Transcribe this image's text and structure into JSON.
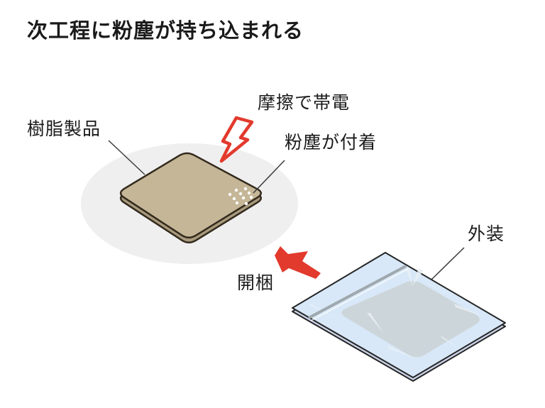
{
  "title": "次工程に粉塵が持ち込まれる",
  "diagram": {
    "labels": {
      "resin_product": "樹脂製品",
      "friction_charge": "摩擦で帯電",
      "dust_adhesion": "粉塵が付着",
      "unpacking": "開梱",
      "outer_packaging": "外装"
    },
    "icons": {
      "lightning": "lightning-bolt-icon",
      "arrow": "arrow-up-left-icon"
    },
    "colors": {
      "text": "#1a1a1a",
      "accent_red": "#e23a2d",
      "shadow": "#f0eff0",
      "plate_fill": "#c4b696",
      "plate_side": "#a89a7c",
      "plate_outline": "#332a1d",
      "bag_fill": "#d8e8f8",
      "bag_side": "#ccd4ea",
      "bag_outline": "#262626",
      "bag_zipper": "#9fa8ad",
      "bag_content": "#ccd5d9",
      "bag_wrinkle": "#e9f1f6",
      "leader_line": "#3a3a3a",
      "dust_dot": "#ffffff"
    }
  }
}
